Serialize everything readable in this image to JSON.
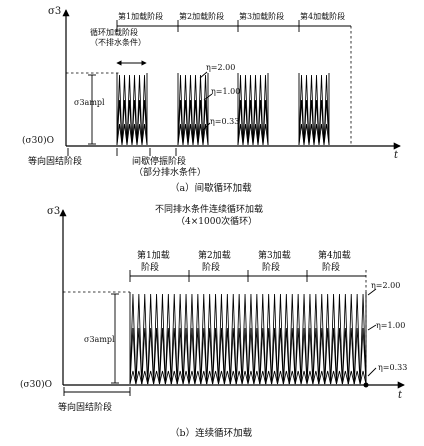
{
  "panel_a": {
    "y_axis_label": "σ3",
    "x_axis_label": "t",
    "origin_label": "(σ30)O",
    "amp_label": "σ3ampl",
    "stage_labels": [
      "第1加载阶段",
      "第2加载阶段",
      "第3加载阶段",
      "第4加载阶段"
    ],
    "cyclic_stage_label_1": "循环加载阶段",
    "cyclic_stage_label_2": "（不排水条件）",
    "iso_label": "等向固结阶段",
    "pause_label_1": "间歇停振阶段",
    "pause_label_2": "（部分排水条件）",
    "eta_labels": [
      "η=2.00",
      "η=1.00",
      "η=0.33"
    ],
    "caption": "（a）间歇循环加载"
  },
  "panel_b": {
    "title_1": "不同排水条件连续循环加载",
    "title_2": "（4×1000次循环）",
    "y_axis_label": "σ3",
    "x_axis_label": "t",
    "origin_label": "(σ30)O",
    "amp_label": "σ3ampl",
    "stage_labels_1": [
      "第1加载",
      "第2加载",
      "第3加载",
      "第4加载"
    ],
    "stage_labels_2": [
      "阶段",
      "阶段",
      "阶段",
      "阶段"
    ],
    "iso_label": "等向固结阶段",
    "eta_labels": [
      "η=2.00",
      "η=1.00",
      "η=0.33"
    ],
    "caption": "（b）连续循环加载"
  }
}
